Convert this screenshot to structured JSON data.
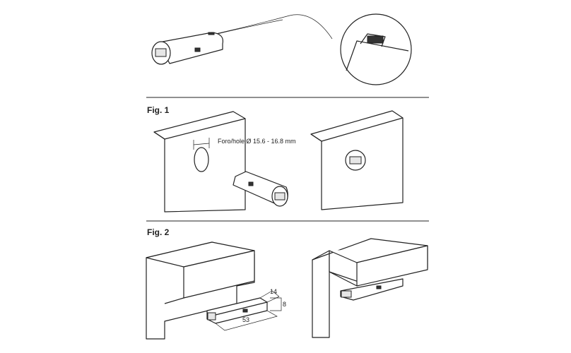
{
  "figures": {
    "fig1": {
      "title": "Fig. 1",
      "hole_label": "Foro/hole  Ø 15.6 - 16.8 mm"
    },
    "fig2": {
      "title": "Fig. 2",
      "dim_width": "14",
      "dim_height": "8",
      "dim_length": "53"
    }
  },
  "colors": {
    "line": "#222222",
    "background": "#ffffff"
  }
}
